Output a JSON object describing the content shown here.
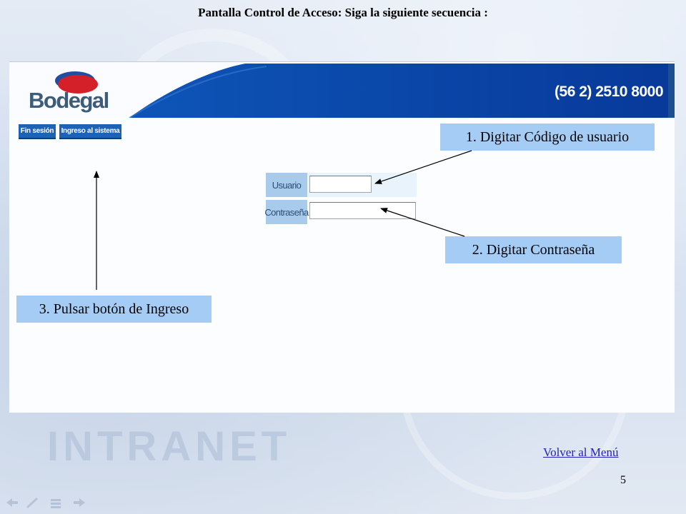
{
  "slide": {
    "title": "Pantalla Control de Acceso: Siga la siguiente secuencia :",
    "background_word": "INTRANET",
    "page_number": "5",
    "back_link": "Volver al Menú"
  },
  "app": {
    "logo": "Bodegal",
    "phone": "(56 2) 2510 8000",
    "nav": {
      "logout": "Fin sesión",
      "login": "Ingreso al sistema"
    },
    "form": {
      "user_label": "Usuario",
      "user_value": "",
      "password_label": "Contraseña",
      "password_value": ""
    }
  },
  "callouts": {
    "step1": "1. Digitar Código de usuario",
    "step2": "2. Digitar Contraseña",
    "step3": "3. Pulsar botón de Ingreso"
  },
  "colors": {
    "header_blue": "#0a47a8",
    "nav_button": "#1c63b8",
    "callout_fill": "#a5ccf5",
    "label_fill": "#a8cbec",
    "logo_red": "#d42029",
    "link": "#2222bb"
  }
}
